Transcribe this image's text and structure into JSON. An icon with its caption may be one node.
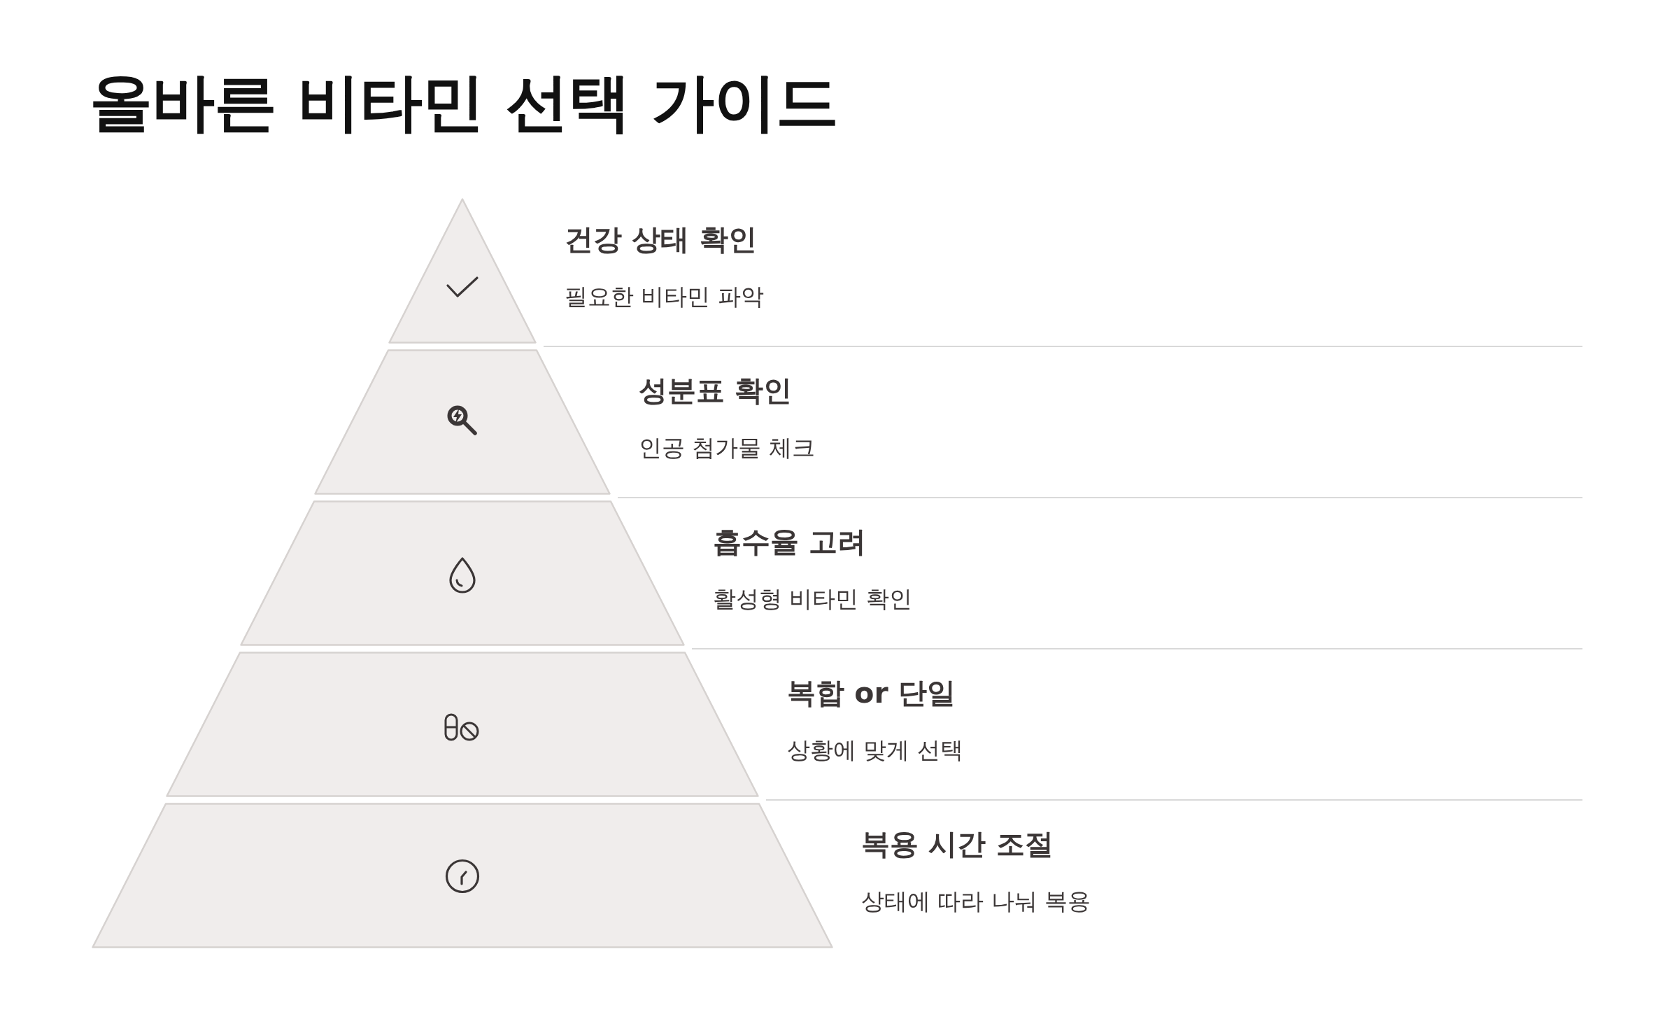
{
  "diagram": {
    "title": "올바른 비타민 선택 가이드",
    "nodes": [
      {
        "text": [
          "건강 상태 확인",
          "필요한 비타민 파악"
        ]
      },
      {
        "text": [
          "성분표 확인",
          "인공 첨가물 체크"
        ]
      },
      {
        "text": [
          "흡수율 고려",
          "활성형 비타민 확인"
        ]
      },
      {
        "text": [
          "복합 or 단일",
          "상황에 맞게 선택"
        ]
      },
      {
        "text": [
          "복용 시간 조절",
          "상태에 따라 나눠 복용"
        ]
      }
    ]
  }
}
